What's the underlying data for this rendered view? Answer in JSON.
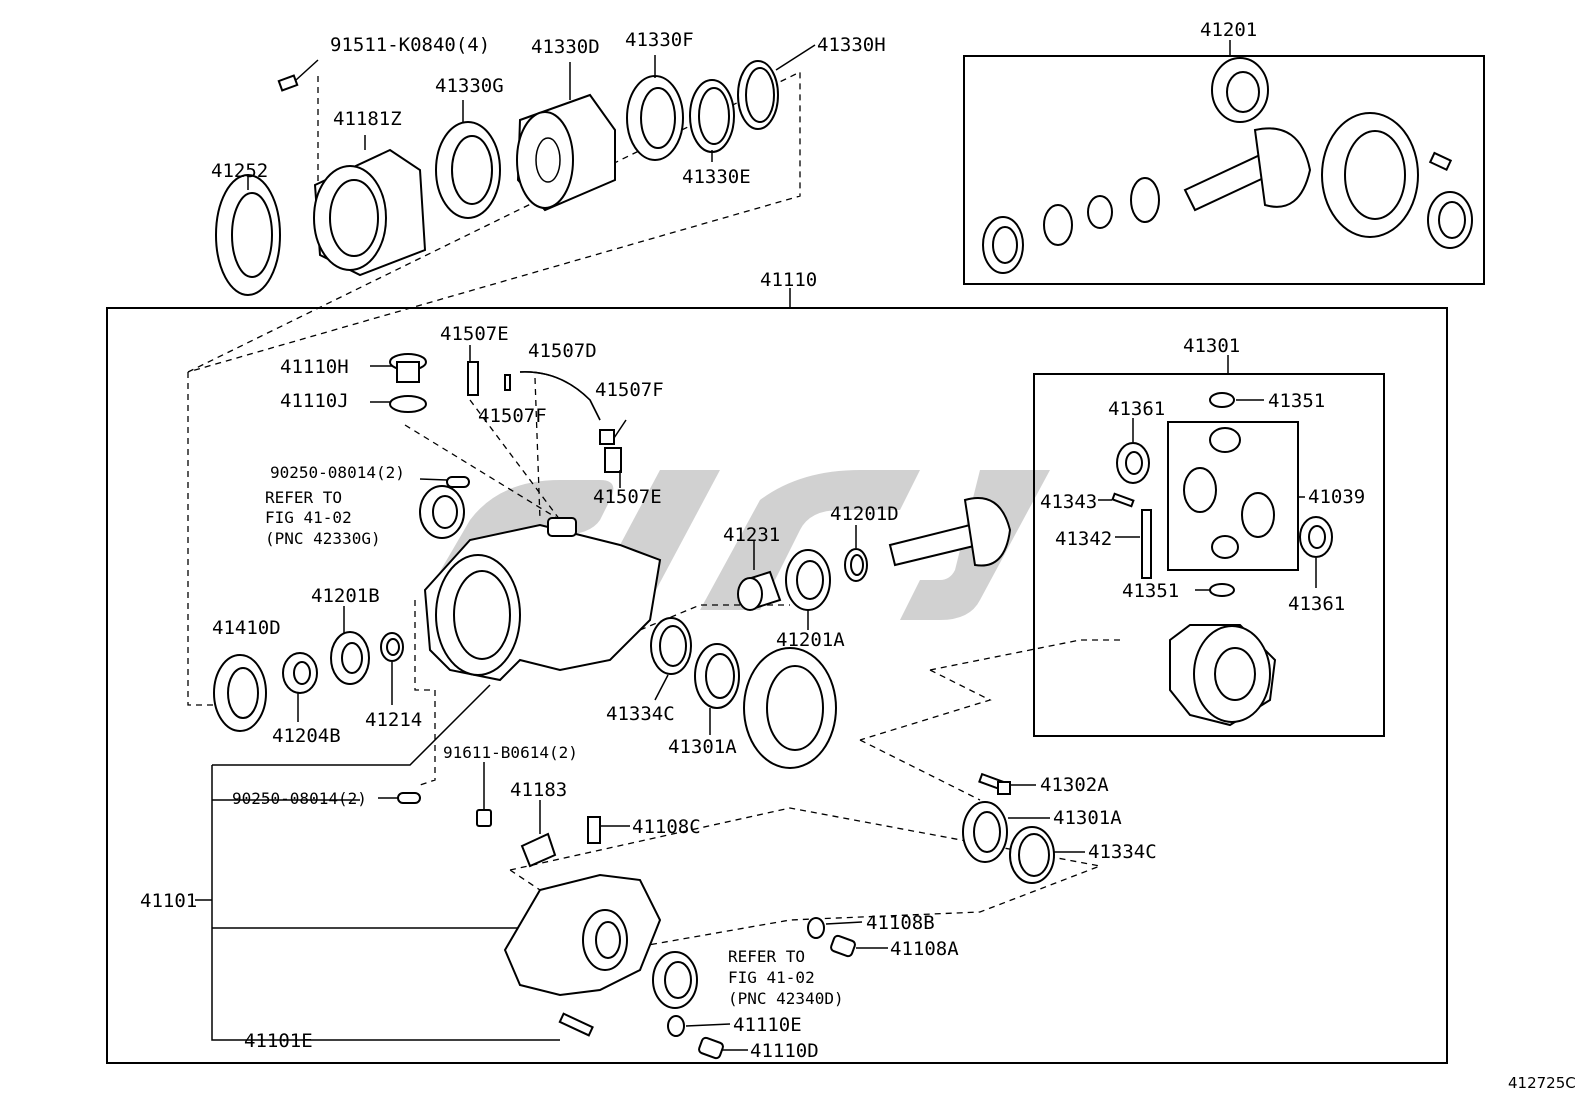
{
  "diagram_id": "412725C",
  "labels": {
    "p91511": "91511-K0840(4)",
    "p41330D": "41330D",
    "p41330F": "41330F",
    "p41330H": "41330H",
    "p41330G": "41330G",
    "p41181Z": "41181Z",
    "p41252": "41252",
    "p41330E": "41330E",
    "p41201": "41201",
    "p41110": "41110",
    "p41507E_a": "41507E",
    "p41507D": "41507D",
    "p41110H": "41110H",
    "p41110J": "41110J",
    "p41507F_a": "41507F",
    "p41507F_b": "41507F",
    "p41507E_b": "41507E",
    "p90250_a": "90250-08014(2)",
    "p41201D": "41201D",
    "p41231": "41231",
    "p41201B": "41201B",
    "p41410D": "41410D",
    "p41201A_a": "41201A",
    "p41334C_a": "41334C",
    "p41204B": "41204B",
    "p41214": "41214",
    "p41301A_a": "41301A",
    "p41301": "41301",
    "p41351_a": "41351",
    "p41361_a": "41361",
    "p41343": "41343",
    "p41039": "41039",
    "p41342": "41342",
    "p41351_b": "41351",
    "p41361_b": "41361",
    "p91611": "91611-B0614(2)",
    "p90250_b": "90250-08014(2)",
    "p41183": "41183",
    "p41108C": "41108C",
    "p41302A": "41302A",
    "p41301A_b": "41301A",
    "p41334C_b": "41334C",
    "p41101": "41101",
    "p41108B": "41108B",
    "p41108A": "41108A",
    "p41110E": "41110E",
    "p41110D": "41110D",
    "p41101E": "41101E"
  },
  "notes": {
    "refer1_l1": "REFER TO",
    "refer1_l2": "FIG 41-02",
    "refer1_l3": "(PNC 42330G)",
    "refer2_l1": "REFER TO",
    "refer2_l2": "FIG 41-02",
    "refer2_l3": "(PNC 42340D)"
  }
}
